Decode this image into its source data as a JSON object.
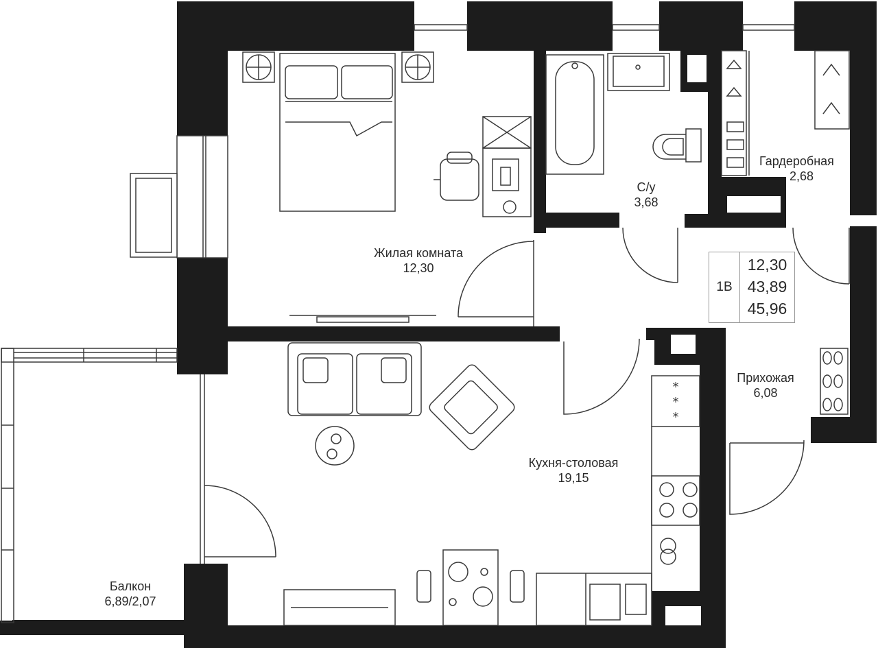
{
  "rooms": {
    "living": {
      "name": "Жилая комната",
      "area": "12,30"
    },
    "bathroom": {
      "name": "С/у",
      "area": "3,68"
    },
    "wardrobe": {
      "name": "Гардеробная",
      "area": "2,68"
    },
    "hallway": {
      "name": "Прихожая",
      "area": "6,08"
    },
    "kitchen": {
      "name": "Кухня-столовая",
      "area": "19,15"
    },
    "balcony": {
      "name": "Балкон",
      "area": "6,89/2,07"
    }
  },
  "summary": {
    "type": "1В",
    "living_area": "12,30",
    "total_area": "43,89",
    "total_with_balcony": "45,96"
  },
  "colors": {
    "wall": "#1c1c1c",
    "line": "#3a3a3a",
    "text": "#2a2a2a",
    "background": "#ffffff"
  }
}
